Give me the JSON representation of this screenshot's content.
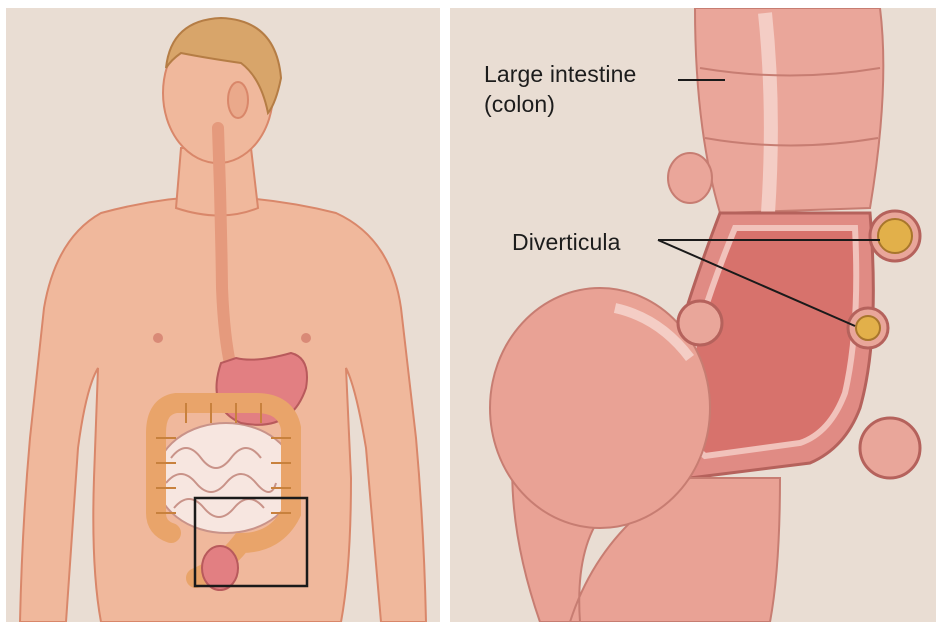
{
  "labels": {
    "large_intestine": "Large intestine",
    "colon": "(colon)",
    "diverticula": "Diverticula"
  },
  "colors": {
    "background": "#e9ddd3",
    "skin": "#f0b89c",
    "skin_shade": "#e59a7d",
    "colon": "#e9a46a",
    "tissue": "#d97a74",
    "diverticulum": "#e2b04a"
  }
}
